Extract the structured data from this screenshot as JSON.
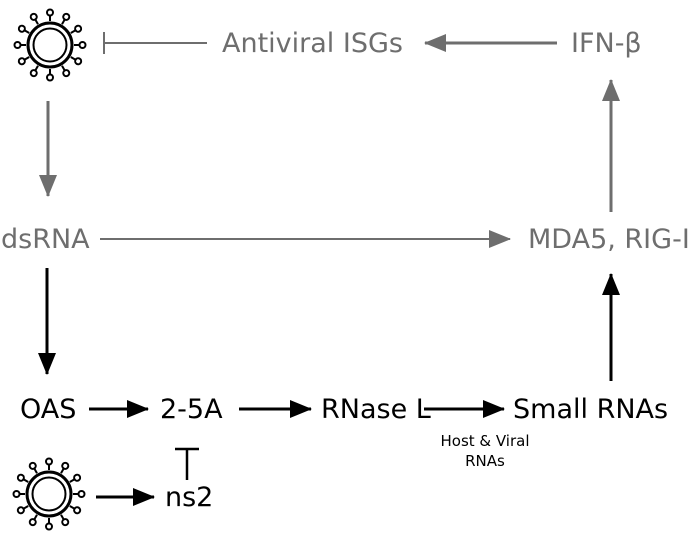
{
  "nodes": {
    "antiviral_isgs": "Antiviral ISGs",
    "ifn_beta": "IFN-β",
    "dsrna": "dsRNA",
    "mda5_rigi": "MDA5, RIG-I",
    "oas": "OAS",
    "two_five_a": "2-5A",
    "rnase_l": "RNase L",
    "small_rnas": "Small RNAs",
    "ns2": "ns2"
  },
  "edge_labels": {
    "host_viral_line1": "Host & Viral",
    "host_viral_line2": "RNAs"
  },
  "colors": {
    "gray": "#6e6e6e",
    "black": "#000000"
  }
}
